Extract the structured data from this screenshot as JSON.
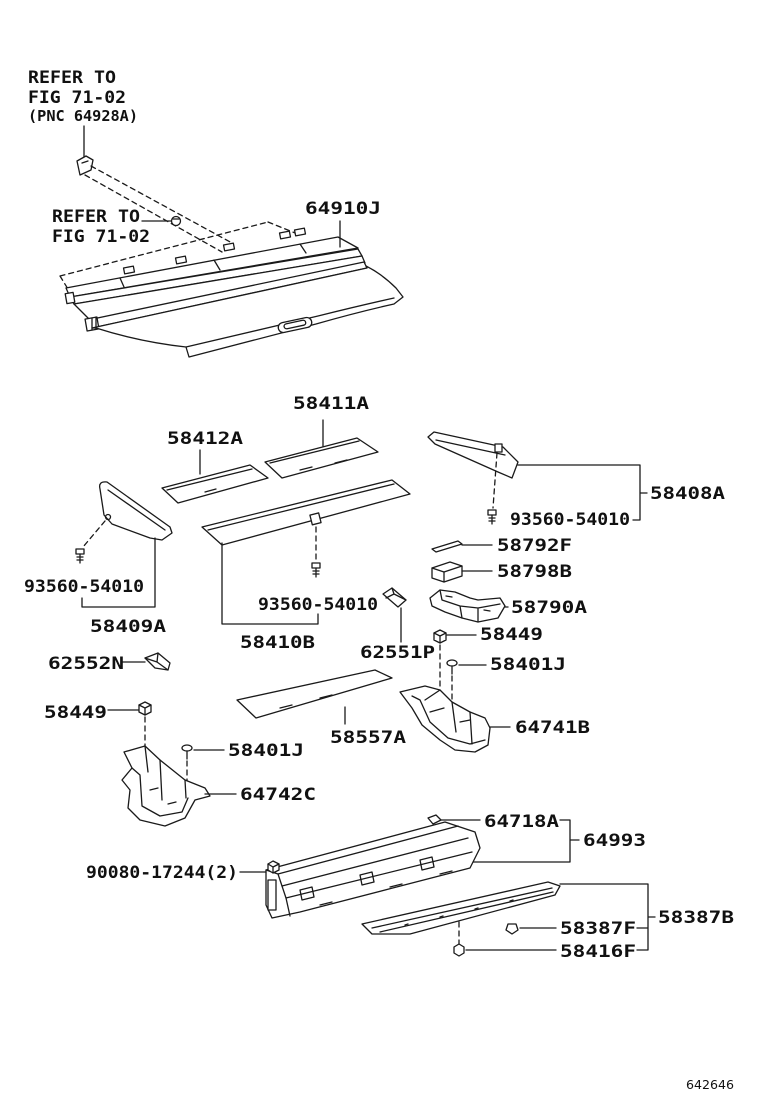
{
  "figure_number": "642646",
  "references": {
    "upper": {
      "line1": "REFER TO",
      "line2": "FIG 71-02",
      "line3": "(PNC 64928A)"
    },
    "lower": {
      "line1": "REFER TO",
      "line2": "FIG 71-02"
    }
  },
  "part_numbers": {
    "tonneau_cover": "64910J",
    "deck_board_center": "58411A",
    "deck_board_left": "58412A",
    "side_cover_right": "58408A",
    "screw_right": "93560-54010",
    "clip_58792f": "58792F",
    "clip_58798b": "58798B",
    "bracket_58790a": "58790A",
    "nut_right": "58449",
    "screw_left": "93560-54010",
    "side_cover_left": "58409A",
    "screw_center": "93560-54010",
    "deck_board_main": "58410B",
    "pad_62551p": "62551P",
    "screw_58401j_right": "58401J",
    "clip_62552n": "62552N",
    "nut_left": "58449",
    "mat_58557a": "58557A",
    "tray_right": "64741B",
    "screw_58401j_left": "58401J",
    "tray_left": "64742C",
    "clip_64718a": "64718A",
    "scuff_plate_assy": "64993",
    "nut_90080": "90080-17244(2)",
    "clip_58387f": "58387F",
    "plate_58387b": "58387B",
    "nut_58416f": "58416F"
  }
}
